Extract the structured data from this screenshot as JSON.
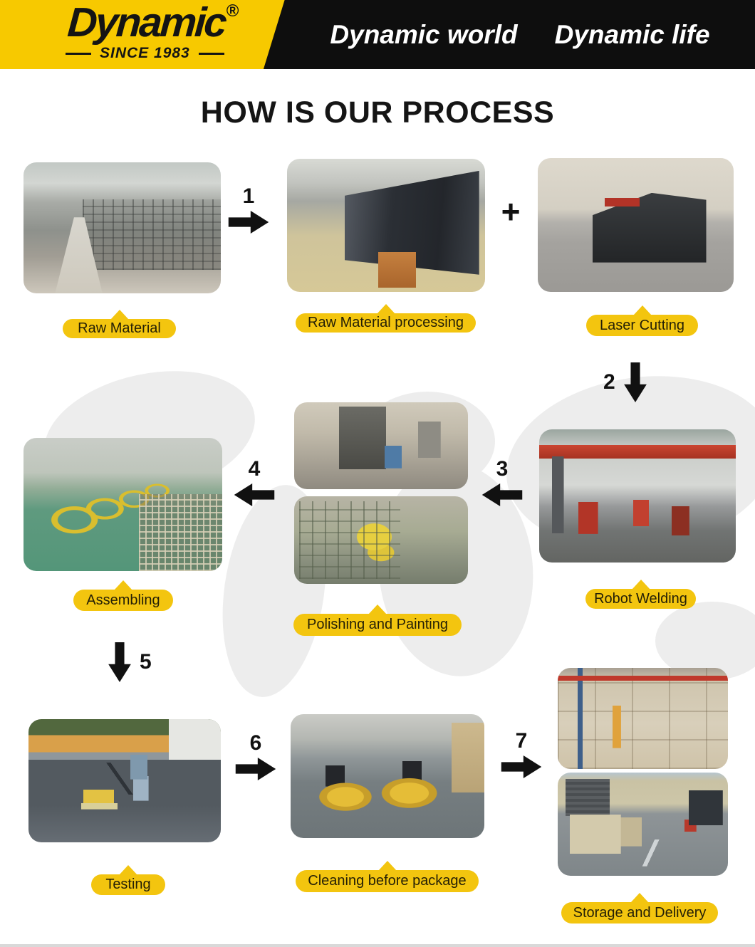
{
  "header": {
    "brand": "Dynamic",
    "registered_mark": "®",
    "since": "SINCE 1983",
    "tagline_left": "Dynamic world",
    "tagline_right": "Dynamic life"
  },
  "title": "HOW IS OUR PROCESS",
  "colors": {
    "brand_yellow": "#F7C900",
    "label_yellow": "#F3C50F",
    "banner_black": "#0E0E0E",
    "arrow_black": "#111111",
    "map_gray": "#EDEDED"
  },
  "steps": [
    {
      "name": "raw-material",
      "label": "Raw Material"
    },
    {
      "name": "raw-material-processing",
      "label": "Raw Material processing"
    },
    {
      "name": "laser-cutting",
      "label": "Laser Cutting"
    },
    {
      "name": "robot-welding",
      "label": "Robot Welding"
    },
    {
      "name": "polishing-and-painting",
      "label": "Polishing and Painting"
    },
    {
      "name": "assembling",
      "label": "Assembling"
    },
    {
      "name": "testing",
      "label": "Testing"
    },
    {
      "name": "cleaning-before-package",
      "label": "Cleaning before package"
    },
    {
      "name": "storage-and-delivery",
      "label": "Storage and Delivery"
    }
  ],
  "connectors": {
    "plus": "+",
    "arrows": [
      {
        "number": "1",
        "direction": "right"
      },
      {
        "number": "2",
        "direction": "down"
      },
      {
        "number": "3",
        "direction": "left"
      },
      {
        "number": "4",
        "direction": "left"
      },
      {
        "number": "5",
        "direction": "down"
      },
      {
        "number": "6",
        "direction": "right"
      },
      {
        "number": "7",
        "direction": "right"
      }
    ]
  }
}
